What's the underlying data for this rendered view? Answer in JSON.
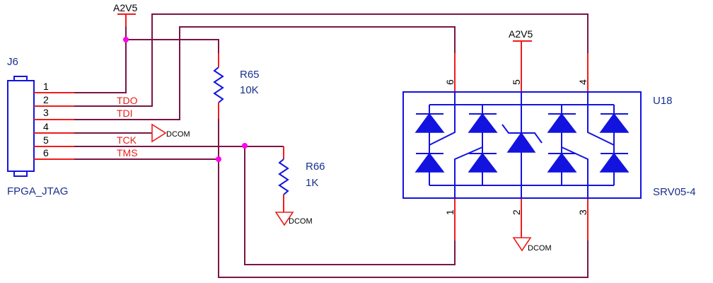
{
  "schematic": {
    "connector": {
      "ref": "J6",
      "value": "FPGA_JTAG",
      "pins": [
        {
          "num": "1",
          "net": ""
        },
        {
          "num": "2",
          "net": "TDO"
        },
        {
          "num": "3",
          "net": "TDI"
        },
        {
          "num": "4",
          "net": ""
        },
        {
          "num": "5",
          "net": "TCK"
        },
        {
          "num": "6",
          "net": "TMS"
        }
      ]
    },
    "power": {
      "supply_left": "A2V5",
      "supply_right": "A2V5",
      "ground_j6": "DCOM",
      "ground_r66": "DCOM",
      "ground_u18": "DCOM"
    },
    "resistors": [
      {
        "ref": "R65",
        "value": "10K"
      },
      {
        "ref": "R66",
        "value": "1K"
      }
    ],
    "ic": {
      "ref": "U18",
      "value": "SRV05-4",
      "top_pins": [
        "6",
        "5",
        "4"
      ],
      "bottom_pins": [
        "1",
        "2",
        "3"
      ]
    },
    "colors": {
      "wire": "#7a1545",
      "pin": "#ee1c1c",
      "symbol": "#1313e0",
      "junction": "#ff00ee",
      "label": "#1a2f8c"
    }
  }
}
